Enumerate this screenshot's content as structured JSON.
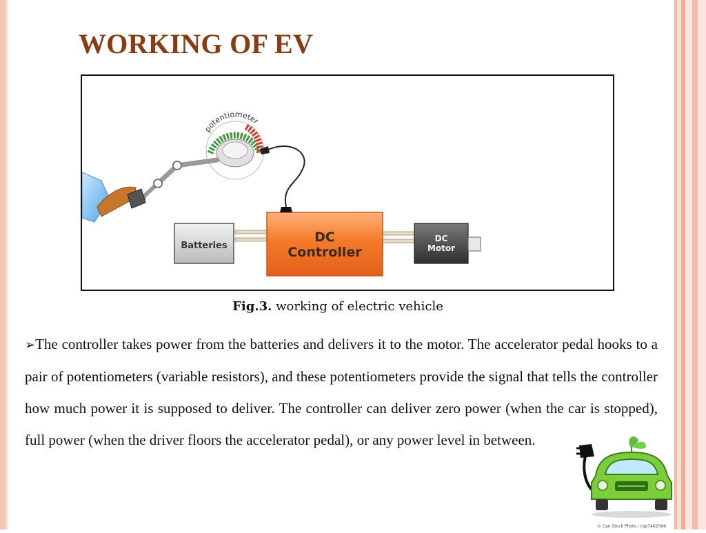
{
  "slide": {
    "title": "WORKING OF EV"
  },
  "figure": {
    "labels": {
      "potentiometer": "potentiometer",
      "batteries": "Batteries",
      "controller_line1": "DC",
      "controller_line2": "Controller",
      "motor_line1": "DC",
      "motor_line2": "Motor"
    },
    "caption_prefix": "Fig.3.",
    "caption_text": " working of electric vehicle"
  },
  "body": {
    "bullet_symbol": "➢",
    "paragraph": "The controller takes power from the batteries and delivers it to the motor. The accelerator pedal hooks to a pair of potentiometers (variable resistors), and these potentiometers provide the signal that tells the controller how much power it is supposed to deliver. The controller can deliver zero power (when the car is stopped), full power (when the driver floors the accelerator pedal), or any power level in between."
  },
  "watermark": {
    "text": "© Can Stock Photo - csp7462596"
  },
  "colors": {
    "title": "#8b3a12",
    "controller": "#f47a2a",
    "stripe_accent": "#f3b9a6"
  }
}
